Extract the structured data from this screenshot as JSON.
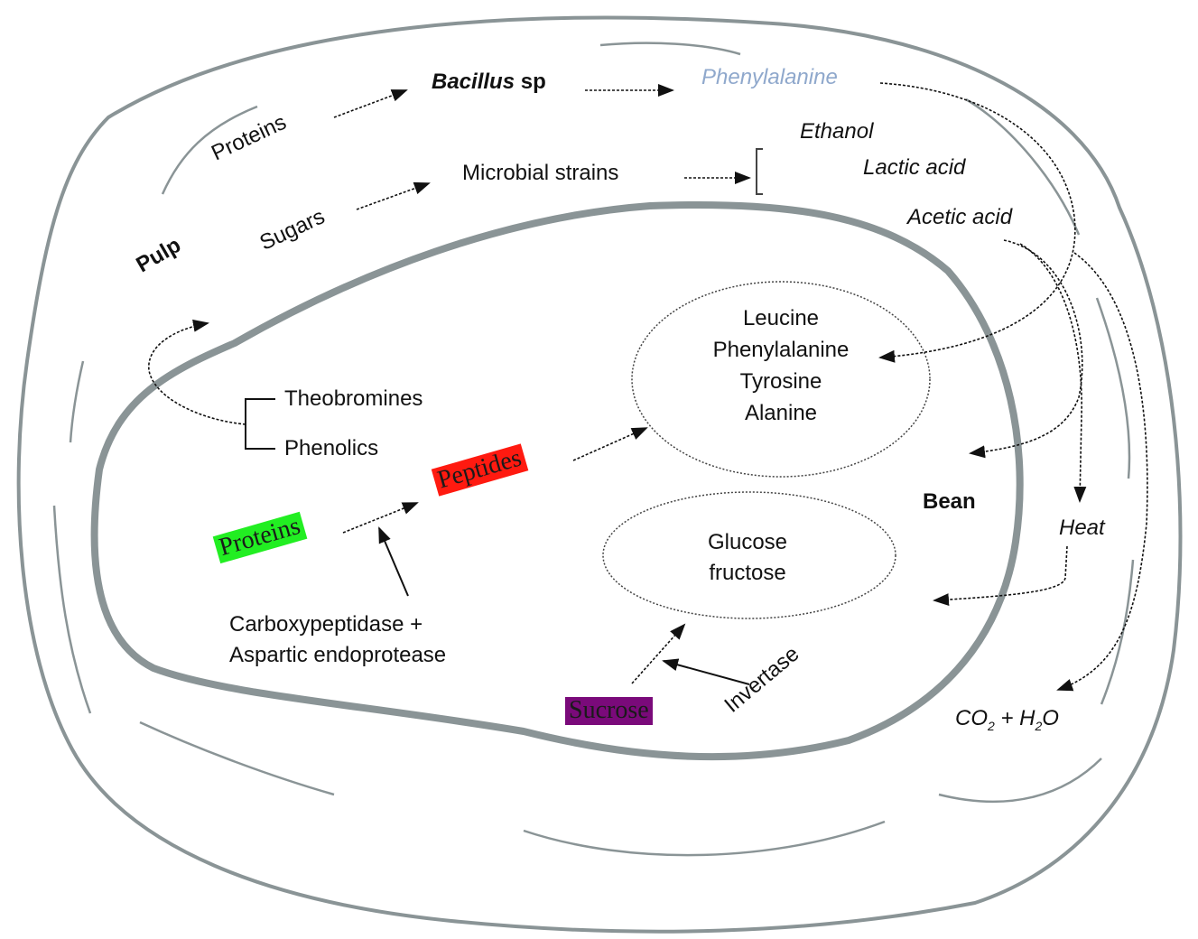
{
  "regions": {
    "pulp": "Pulp",
    "bean": "Bean"
  },
  "pulp_pathway": {
    "proteins": "Proteins",
    "bacillus_bold": "Bacillus",
    "bacillus_suffix": " sp",
    "phenylalanine": "Phenylalanine",
    "sugars": "Sugars",
    "microbial_strains": "Microbial strains",
    "products": [
      "Ethanol",
      "Lactic acid",
      "Acetic acid"
    ],
    "heat": "Heat",
    "co2_h2o": {
      "co": "CO",
      "sub2": "2",
      "plus": " + H",
      "sub2b": "2",
      "o": "O"
    }
  },
  "bean_pathway": {
    "theobromines": "Theobromines",
    "phenolics": "Phenolics",
    "proteins_box": "Proteins",
    "peptides_box": "Peptides",
    "enzymes_line1": "Carboxypeptidase +",
    "enzymes_line2": "Aspartic endoprotease",
    "amino_acids": [
      "Leucine",
      "Phenylalanine",
      "Tyrosine",
      "Alanine"
    ],
    "sugars_line1": "Glucose",
    "sugars_line2": "fructose",
    "sucrose_box": "Sucrose",
    "invertase": "Invertase"
  },
  "colors": {
    "outline": "#8a9496",
    "proteins_box": "#22ee22",
    "peptides_box": "#ff1a10",
    "sucrose_box": "#7a0a7a",
    "phenylalanine_text": "#8fa8cc"
  }
}
